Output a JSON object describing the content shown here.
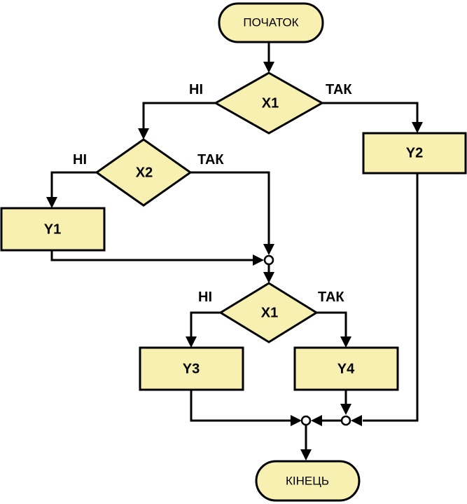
{
  "terminals": {
    "start": "ПОЧАТОК",
    "end": "КІНЕЦЬ"
  },
  "decisions": {
    "d1": "X1",
    "d2": "X2",
    "d3": "X1"
  },
  "processes": {
    "y1": "Y1",
    "y2": "Y2",
    "y3": "Y3",
    "y4": "Y4"
  },
  "branch_labels": {
    "d1_no": "НІ",
    "d1_yes": "ТАК",
    "d2_no": "НІ",
    "d2_yes": "ТАК",
    "d3_no": "НІ",
    "d3_yes": "ТАК"
  }
}
